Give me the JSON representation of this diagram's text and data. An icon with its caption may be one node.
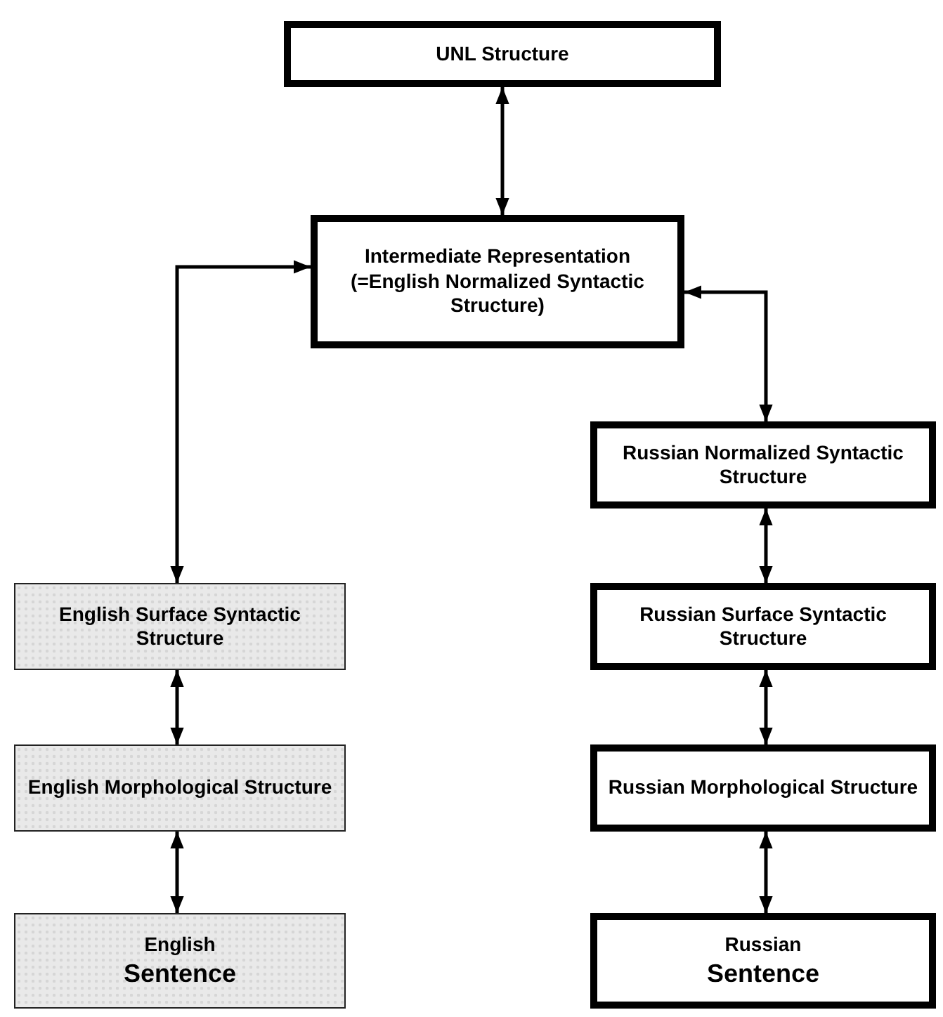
{
  "diagram": {
    "nodes": [
      {
        "text": [
          "UNL Structure"
        ]
      },
      {
        "text": [
          "Intermediate Representation (=English Normalized Syntactic Structure)"
        ]
      },
      {
        "text": [
          "Russian Normalized Syntactic Structure"
        ]
      },
      {
        "text": [
          "Russian Surface Syntactic Structure"
        ]
      },
      {
        "text": [
          "Russian Morphological Structure"
        ]
      },
      {
        "text": [
          "Russian",
          "Sentence"
        ]
      },
      {
        "text": [
          "English Surface Syntactic Structure"
        ]
      },
      {
        "text": [
          "English Morphological Structure"
        ]
      },
      {
        "text": [
          "English",
          "Sentence"
        ]
      }
    ],
    "edges": [
      {
        "from": 0,
        "to": 1,
        "arrow": "both"
      },
      {
        "from": 1,
        "to": 6,
        "arrow": "both"
      },
      {
        "from": 1,
        "to": 2,
        "arrow": "both"
      },
      {
        "from": 2,
        "to": 3,
        "arrow": "both"
      },
      {
        "from": 3,
        "to": 4,
        "arrow": "both"
      },
      {
        "from": 4,
        "to": 5,
        "arrow": "both"
      },
      {
        "from": 6,
        "to": 7,
        "arrow": "both"
      },
      {
        "from": 7,
        "to": 8,
        "arrow": "both"
      }
    ]
  }
}
